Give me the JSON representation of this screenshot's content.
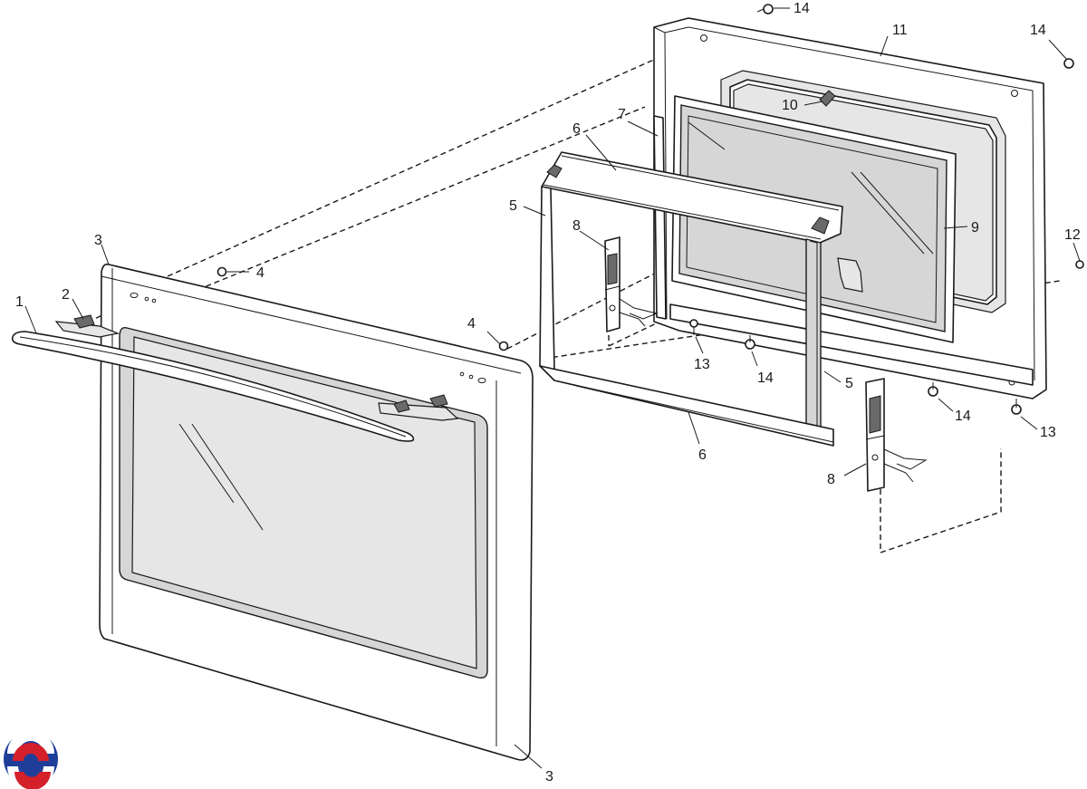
{
  "callouts": {
    "c1": "1",
    "c2": "2",
    "c3a": "3",
    "c3b": "3",
    "c4a": "4",
    "c4b": "4",
    "c5a": "5",
    "c5b": "5",
    "c6a": "6",
    "c6b": "6",
    "c7": "7",
    "c8a": "8",
    "c8b": "8",
    "c9": "9",
    "c10": "10",
    "c11": "11",
    "c12": "12",
    "c13a": "13",
    "c13b": "13",
    "c14a": "14",
    "c14b": "14",
    "c14c": "14",
    "c14d": "14"
  },
  "colors": {
    "logo_red": "#d4202a",
    "logo_blue": "#1f3e9a",
    "line": "#1a1a1a",
    "glass": "#d6d6d6"
  },
  "icons": {
    "logo": "brand-swirl-logo"
  }
}
